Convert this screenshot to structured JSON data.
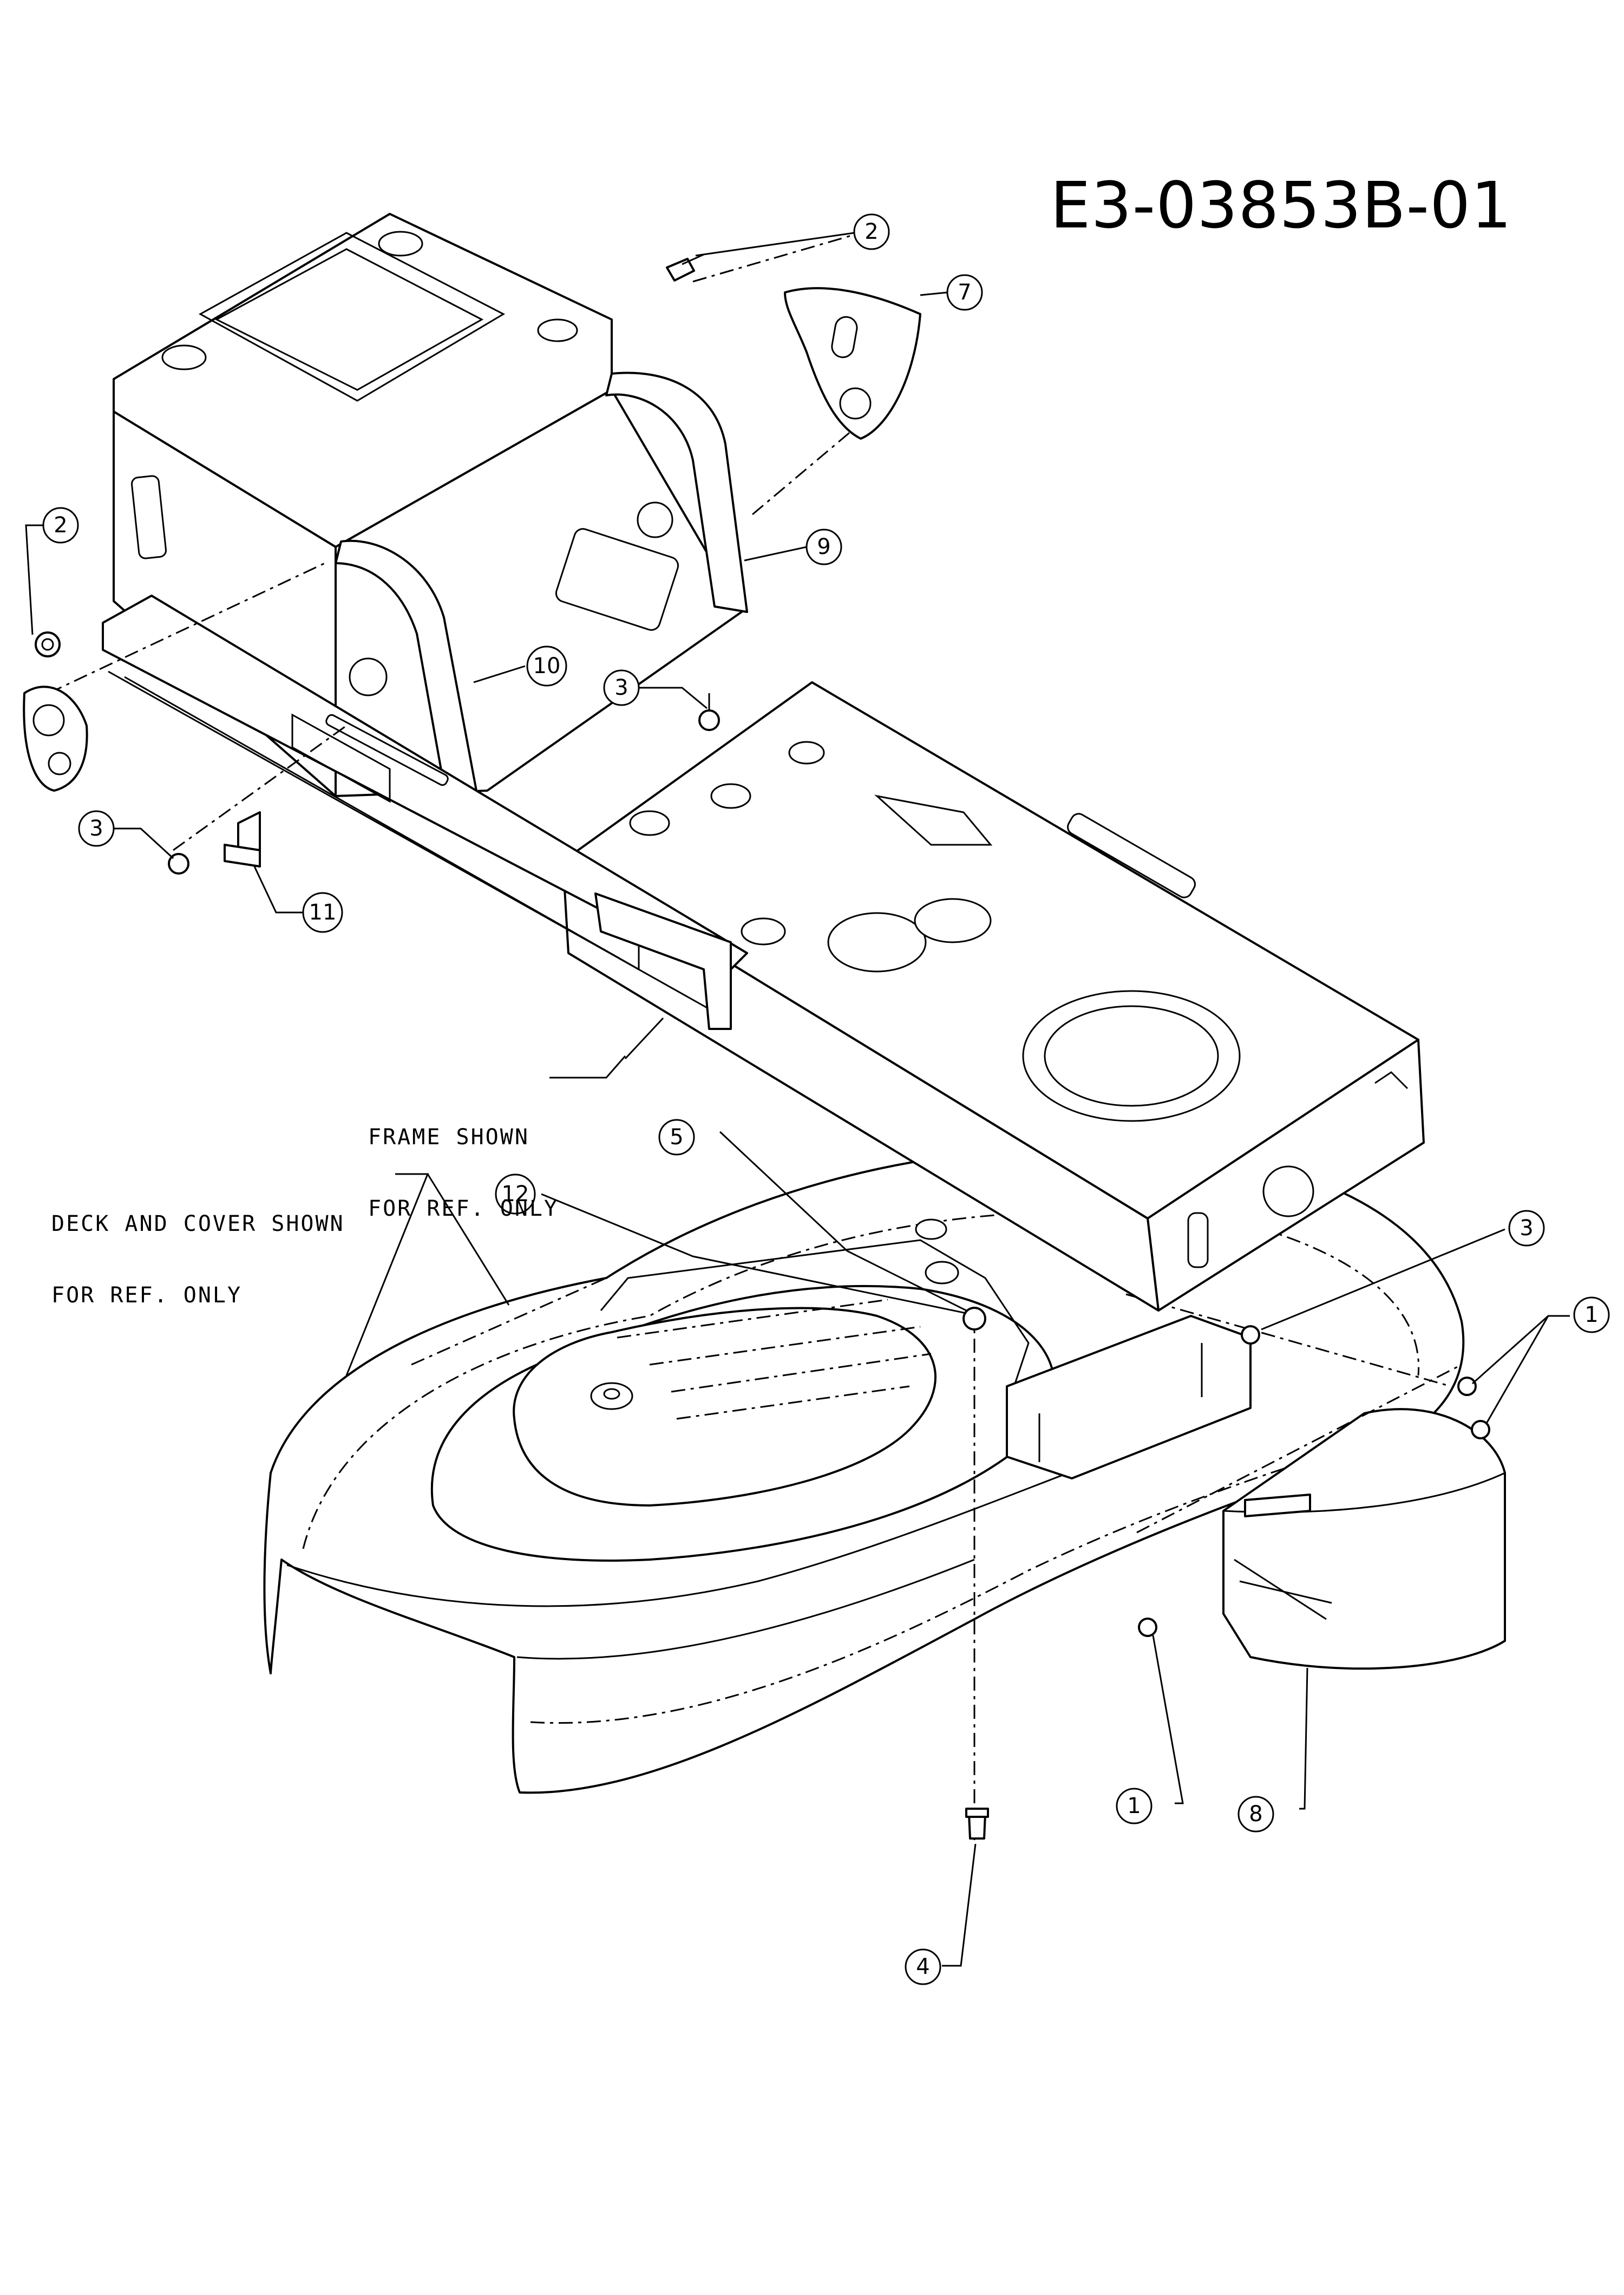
{
  "diagram": {
    "drawing_number": "E3-03853B-01",
    "notes": {
      "frame": [
        "FRAME SHOWN",
        "FOR REF. ONLY"
      ],
      "deck": [
        "DECK AND COVER SHOWN",
        "FOR REF. ONLY"
      ]
    },
    "callouts": [
      {
        "id": "callout-2-top",
        "number": "2"
      },
      {
        "id": "callout-7",
        "number": "7"
      },
      {
        "id": "callout-2-left",
        "number": "2"
      },
      {
        "id": "callout-9",
        "number": "9"
      },
      {
        "id": "callout-10",
        "number": "10"
      },
      {
        "id": "callout-3-mid",
        "number": "3"
      },
      {
        "id": "callout-3-left",
        "number": "3"
      },
      {
        "id": "callout-11",
        "number": "11"
      },
      {
        "id": "callout-5",
        "number": "5"
      },
      {
        "id": "callout-12",
        "number": "12"
      },
      {
        "id": "callout-3-right",
        "number": "3"
      },
      {
        "id": "callout-1-right",
        "number": "1"
      },
      {
        "id": "callout-1-bottom",
        "number": "1"
      },
      {
        "id": "callout-8",
        "number": "8"
      },
      {
        "id": "callout-4",
        "number": "4"
      }
    ]
  }
}
